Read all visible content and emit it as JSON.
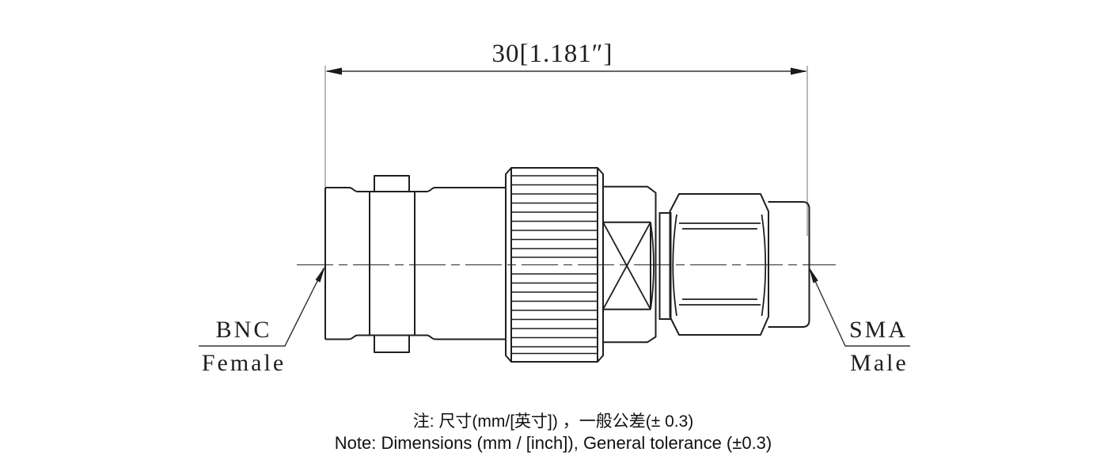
{
  "drawing": {
    "background_color": "#ffffff",
    "outline_color": "#1f1f1f",
    "thin_line_color": "#555555",
    "extension_line_color": "#999999",
    "dimension": {
      "label": "30[1.181″]"
    },
    "labels": {
      "left_connector": {
        "line1": "BNC",
        "line2": "Female"
      },
      "right_connector": {
        "line1": "SMA",
        "line2": "Male"
      }
    },
    "notes": {
      "line1": "注: 尺寸(mm/[英寸]) ，一般公差(± 0.3)",
      "line2": "Note: Dimensions (mm / [inch]), General tolerance (±0.3)"
    },
    "parts": {
      "left_connector_type": "BNC Female",
      "right_connector_type": "SMA Male"
    }
  }
}
